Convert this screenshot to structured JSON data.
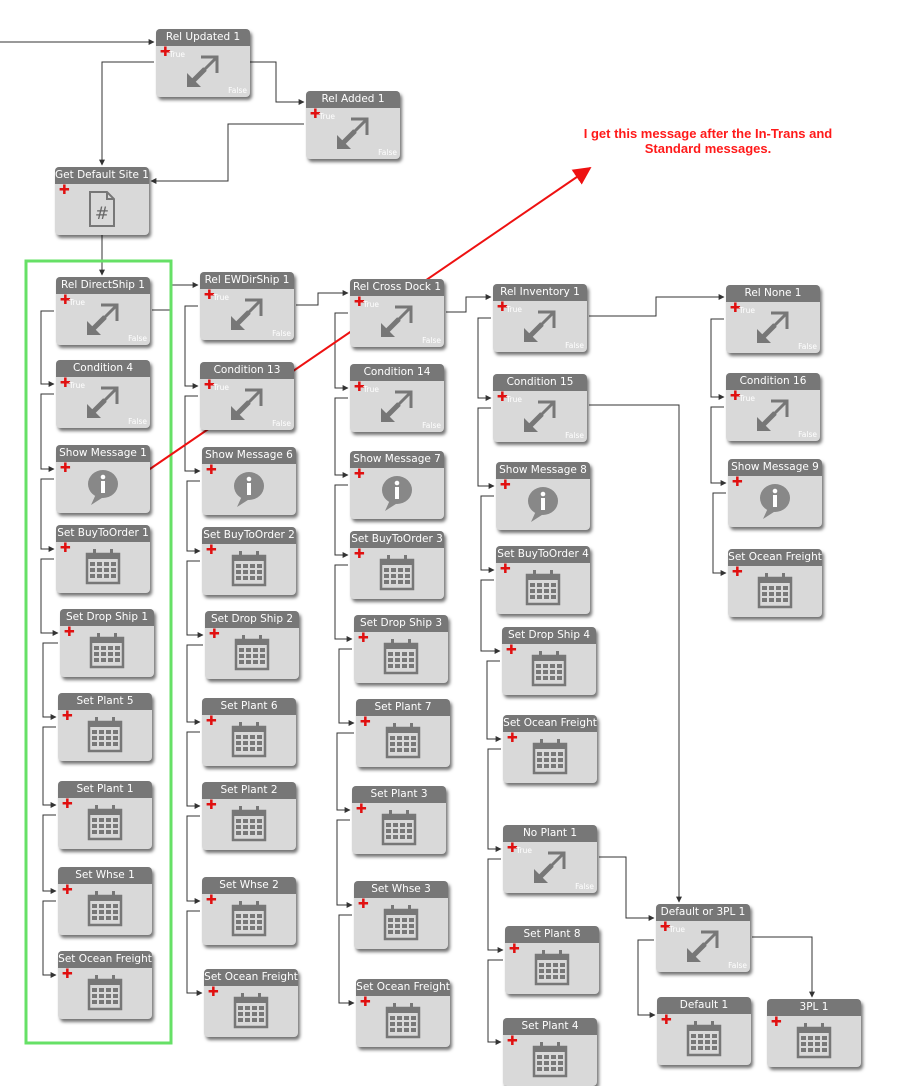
{
  "annotation": "I get this message after the In-Trans and Standard messages.",
  "labels": {
    "true": "True",
    "false": "False"
  },
  "nodes": [
    {
      "title": "Rel Updated 1",
      "icon": "arrows-icon",
      "tf": true
    },
    {
      "title": "Rel Added 1",
      "icon": "arrows-icon",
      "tf": true
    },
    {
      "title": "Get Default Site 1",
      "icon": "document-hash-icon",
      "tf": false
    },
    {
      "title": "Rel DirectShip 1",
      "icon": "arrows-icon",
      "tf": true
    },
    {
      "title": "Condition 4",
      "icon": "arrows-icon",
      "tf": true
    },
    {
      "title": "Show Message 1",
      "icon": "info-bubble-icon",
      "tf": false
    },
    {
      "title": "Set BuyToOrder 1",
      "icon": "calendar-icon",
      "tf": false
    },
    {
      "title": "Set Drop Ship 1",
      "icon": "calendar-icon",
      "tf": false
    },
    {
      "title": "Set Plant 5",
      "icon": "calendar-icon",
      "tf": false
    },
    {
      "title": "Set Plant 1",
      "icon": "calendar-icon",
      "tf": false
    },
    {
      "title": "Set Whse 1",
      "icon": "calendar-icon",
      "tf": false
    },
    {
      "title": "Set Ocean Freight",
      "icon": "calendar-icon",
      "tf": false
    },
    {
      "title": "Rel EWDirShip 1",
      "icon": "arrows-icon",
      "tf": true
    },
    {
      "title": "Condition 13",
      "icon": "arrows-icon",
      "tf": true
    },
    {
      "title": "Show Message 6",
      "icon": "info-bubble-icon",
      "tf": false
    },
    {
      "title": "Set BuyToOrder 2",
      "icon": "calendar-icon",
      "tf": false
    },
    {
      "title": "Set Drop Ship 2",
      "icon": "calendar-icon",
      "tf": false
    },
    {
      "title": "Set Plant 6",
      "icon": "calendar-icon",
      "tf": false
    },
    {
      "title": "Set Plant 2",
      "icon": "calendar-icon",
      "tf": false
    },
    {
      "title": "Set Whse 2",
      "icon": "calendar-icon",
      "tf": false
    },
    {
      "title": "Set Ocean Freight",
      "icon": "calendar-icon",
      "tf": false
    },
    {
      "title": "Rel Cross Dock 1",
      "icon": "arrows-icon",
      "tf": true
    },
    {
      "title": "Condition 14",
      "icon": "arrows-icon",
      "tf": true
    },
    {
      "title": "Show Message 7",
      "icon": "info-bubble-icon",
      "tf": false
    },
    {
      "title": "Set BuyToOrder 3",
      "icon": "calendar-icon",
      "tf": false
    },
    {
      "title": "Set Drop Ship 3",
      "icon": "calendar-icon",
      "tf": false
    },
    {
      "title": "Set Plant 7",
      "icon": "calendar-icon",
      "tf": false
    },
    {
      "title": "Set Plant 3",
      "icon": "calendar-icon",
      "tf": false
    },
    {
      "title": "Set Whse 3",
      "icon": "calendar-icon",
      "tf": false
    },
    {
      "title": "Set Ocean Freight",
      "icon": "calendar-icon",
      "tf": false
    },
    {
      "title": "Rel Inventory 1",
      "icon": "arrows-icon",
      "tf": true
    },
    {
      "title": "Condition 15",
      "icon": "arrows-icon",
      "tf": true
    },
    {
      "title": "Show Message 8",
      "icon": "info-bubble-icon",
      "tf": false
    },
    {
      "title": "Set BuyToOrder 4",
      "icon": "calendar-icon",
      "tf": false
    },
    {
      "title": "Set Drop Ship 4",
      "icon": "calendar-icon",
      "tf": false
    },
    {
      "title": "Set Ocean Freight",
      "icon": "calendar-icon",
      "tf": false
    },
    {
      "title": "No Plant 1",
      "icon": "arrows-icon",
      "tf": true
    },
    {
      "title": "Set Plant 8",
      "icon": "calendar-icon",
      "tf": false
    },
    {
      "title": "Set Plant 4",
      "icon": "calendar-icon",
      "tf": false
    },
    {
      "title": "Rel None 1",
      "icon": "arrows-icon",
      "tf": true
    },
    {
      "title": "Condition 16",
      "icon": "arrows-icon",
      "tf": true
    },
    {
      "title": "Show Message 9",
      "icon": "info-bubble-icon",
      "tf": false
    },
    {
      "title": "Set Ocean Freight",
      "icon": "calendar-icon",
      "tf": false
    },
    {
      "title": "Default or 3PL 1",
      "icon": "arrows-icon",
      "tf": true
    },
    {
      "title": "Default 1",
      "icon": "calendar-icon",
      "tf": false
    },
    {
      "title": "3PL 1",
      "icon": "calendar-icon",
      "tf": false
    }
  ],
  "colors": {
    "annotation": "#ff1a1a",
    "highlight": "#66e066",
    "node_body": "#d9d9d9",
    "node_title": "#777777"
  }
}
